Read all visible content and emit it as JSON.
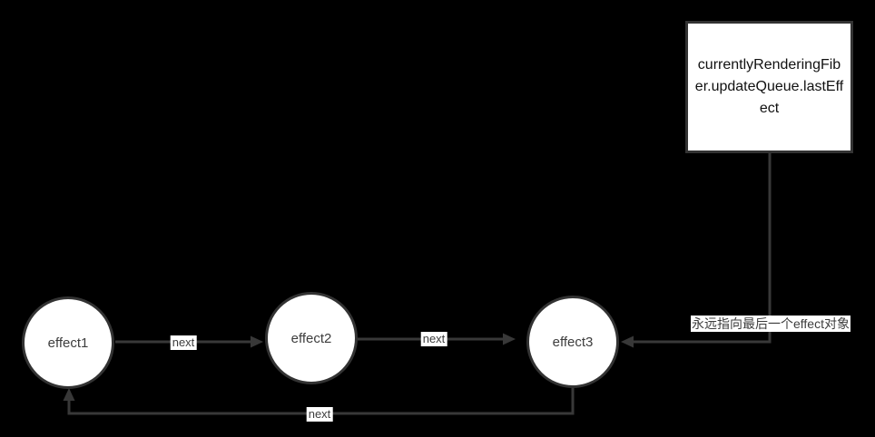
{
  "diagram": {
    "background_color": "#000000",
    "line_color": "#383838",
    "node_fill": "#ffffff",
    "pointer_box": {
      "label": "currentlyRenderingFiber.updateQueue.lastEffect"
    },
    "nodes": [
      {
        "id": "effect1",
        "label": "effect1"
      },
      {
        "id": "effect2",
        "label": "effect2"
      },
      {
        "id": "effect3",
        "label": "effect3"
      }
    ],
    "edges": [
      {
        "from": "effect1",
        "to": "effect2",
        "label": "next"
      },
      {
        "from": "effect2",
        "to": "effect3",
        "label": "next"
      },
      {
        "from": "effect3",
        "to": "effect1",
        "label": "next"
      },
      {
        "from": "pointer_box",
        "to": "effect3",
        "label": "永远指向最后一个effect对象"
      }
    ]
  }
}
